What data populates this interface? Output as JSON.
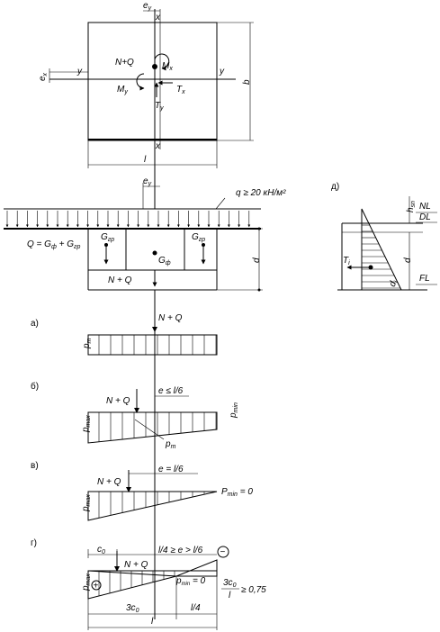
{
  "plan": {
    "ey": "e",
    "ey_sub": "y",
    "ex": "e",
    "ex_sub": "x",
    "x_top": "x",
    "x_bottom": "x",
    "y_left": "y",
    "y_right": "y",
    "load_label": "N+Q",
    "mx": "M",
    "mx_sub": "x",
    "my": "M",
    "my_sub": "y",
    "tx": "T",
    "tx_sub": "x",
    "ty": "T",
    "ty_sub": "y",
    "b": "b",
    "l": "l"
  },
  "section": {
    "ey": "e",
    "ey_sub": "y",
    "q_label": "q ≥ 20 кН/м²",
    "q_formula": "Q = G",
    "q_formula_sub1": "ф",
    "q_formula_plus": " + G",
    "q_formula_sub2": "гр",
    "ggr_left": "G",
    "ggr_left_sub": "гр",
    "ggr_right": "G",
    "ggr_right_sub": "гр",
    "gf": "G",
    "gf_sub": "ф",
    "load_label": "N + Q",
    "d": "d"
  },
  "detail": {
    "tag": "д)",
    "hsn": "h",
    "hsn_sub": "sn",
    "nl": "NL",
    "dl": "DL",
    "fl": "FL",
    "ti": "T",
    "ti_sub": "i",
    "d": "d",
    "di": "d",
    "di_sub": "i"
  },
  "cases": {
    "a": {
      "tag": "а)",
      "load": "N + Q",
      "p": "p",
      "p_sub": "m"
    },
    "b": {
      "tag": "б)",
      "load": "N + Q",
      "ecc": "e ≤ l/6",
      "pmax": "p",
      "pmax_sub": "max",
      "pmin": "p",
      "pmin_sub": "min",
      "pm": "p",
      "pm_sub": "m"
    },
    "v": {
      "tag": "в)",
      "load": "N + Q",
      "ecc": "e = l/6",
      "pmax": "p",
      "pmax_sub": "max",
      "pmin": "P",
      "pmin_sub": "min",
      "pmin_eq": " = 0"
    },
    "g": {
      "tag": "г)",
      "load": "N + Q",
      "c0": "c",
      "c0_sub": "0",
      "ecc": "l/4 ≥ e > l/6",
      "pmax": "p",
      "pmax_sub": "max",
      "pmin": "p",
      "pmin_sub": "min",
      "pmin_eq": " = 0",
      "minus": "−",
      "plus": "+",
      "ratio_num": "3c",
      "ratio_num_sub": "0",
      "ratio_den": "l",
      "ratio_cond": "≥ 0,75",
      "three_c0": "3c",
      "three_c0_sub": "0",
      "l4": "l/4",
      "l": "l"
    }
  }
}
